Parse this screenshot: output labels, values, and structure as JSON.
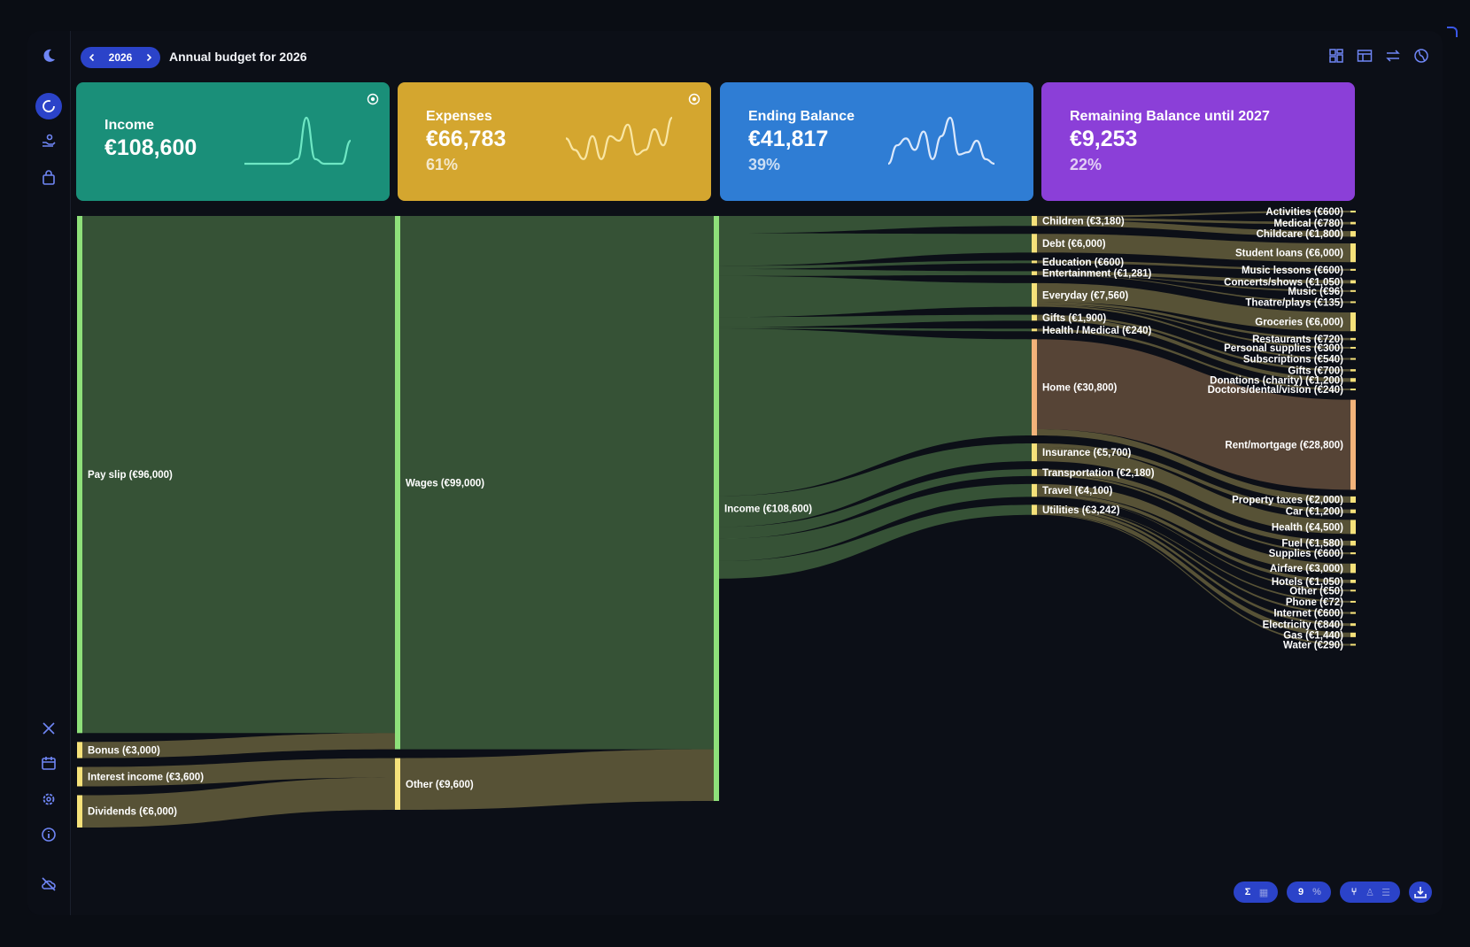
{
  "header": {
    "year": "2026",
    "title": "Annual budget for 2026"
  },
  "sidebar": {
    "top_icons": [
      "moon-icon",
      "dashboard-icon",
      "income-hand-icon",
      "shopping-bag-icon"
    ],
    "bottom_icons": [
      "tools-icon",
      "calendar-icon",
      "settings-icon",
      "info-icon",
      "cloud-off-icon"
    ]
  },
  "top_right_icons": [
    "grid-view-icon",
    "table-view-icon",
    "swap-icon",
    "globe-icon"
  ],
  "cards": [
    {
      "title": "Income",
      "value": "€108,600",
      "pct": "",
      "color": "#1a8f79",
      "spark_color": "#6ee7c4",
      "spark": [
        0,
        0,
        0,
        0,
        0,
        0,
        0.1,
        1,
        0.1,
        0,
        0,
        0,
        0.5
      ],
      "target_icon": true
    },
    {
      "title": "Expenses",
      "value": "€66,783",
      "pct": "61%",
      "color": "#d4a62f",
      "spark_color": "#f9e6a4",
      "spark": [
        0.55,
        0.3,
        0.1,
        0.6,
        0.1,
        0.6,
        0.5,
        0.85,
        0.2,
        0.3,
        0.75,
        0.4,
        1
      ],
      "target_icon": true
    },
    {
      "title": "Ending Balance",
      "value": "€41,817",
      "pct": "39%",
      "color": "#2f7dd4",
      "spark_color": "#dbe8fb",
      "spark": [
        0,
        0.4,
        0.55,
        0.3,
        0.7,
        0.1,
        0.6,
        1,
        0.2,
        0.25,
        0.5,
        0.1,
        0
      ],
      "target_icon": false
    },
    {
      "title": "Remaining Balance until 2027",
      "value": "€9,253",
      "pct": "22%",
      "color": "#8b3fd8",
      "spark_color": "#e5d0fb",
      "spark": [],
      "target_icon": false
    }
  ],
  "chart_data": {
    "type": "sankey",
    "columns": [
      [
        {
          "id": "payslip",
          "label": "Pay slip (€96,000)",
          "value": 96000,
          "color": "#8ee07a"
        },
        {
          "id": "bonus",
          "label": "Bonus (€3,000)",
          "value": 3000,
          "color": "#f5e17a"
        },
        {
          "id": "interest",
          "label": "Interest income (€3,600)",
          "value": 3600,
          "color": "#f5e17a"
        },
        {
          "id": "dividends",
          "label": "Dividends (€6,000)",
          "value": 6000,
          "color": "#f5e17a"
        }
      ],
      [
        {
          "id": "wages",
          "label": "Wages (€99,000)",
          "value": 99000,
          "color": "#8ee07a"
        },
        {
          "id": "other",
          "label": "Other (€9,600)",
          "value": 9600,
          "color": "#f5e17a"
        }
      ],
      [
        {
          "id": "income",
          "label": "Income (€108,600)",
          "value": 108600,
          "color": "#8ee07a"
        }
      ],
      [
        {
          "id": "children",
          "label": "Children (€3,180)",
          "value": 3180,
          "color": "#f5e17a"
        },
        {
          "id": "debt",
          "label": "Debt (€6,000)",
          "value": 6000,
          "color": "#f5e17a"
        },
        {
          "id": "education",
          "label": "Education (€600)",
          "value": 600,
          "color": "#f5e17a"
        },
        {
          "id": "entertainment",
          "label": "Entertainment (€1,281)",
          "value": 1281,
          "color": "#f5e17a"
        },
        {
          "id": "everyday",
          "label": "Everyday (€7,560)",
          "value": 7560,
          "color": "#f5e17a"
        },
        {
          "id": "gifts",
          "label": "Gifts (€1,900)",
          "value": 1900,
          "color": "#f5e17a"
        },
        {
          "id": "health",
          "label": "Health / Medical (€240)",
          "value": 240,
          "color": "#f5e17a"
        },
        {
          "id": "home",
          "label": "Home (€30,800)",
          "value": 30800,
          "color": "#f2b37a"
        },
        {
          "id": "insurance",
          "label": "Insurance (€5,700)",
          "value": 5700,
          "color": "#f5e17a"
        },
        {
          "id": "transportation",
          "label": "Transportation (€2,180)",
          "value": 2180,
          "color": "#f5e17a"
        },
        {
          "id": "travel",
          "label": "Travel (€4,100)",
          "value": 4100,
          "color": "#f5e17a"
        },
        {
          "id": "utilities",
          "label": "Utilities (€3,242)",
          "value": 3242,
          "color": "#f5e17a"
        }
      ],
      [
        {
          "id": "activities",
          "label": "Activities (€600)",
          "value": 600,
          "parent": "children",
          "color": "#f5e17a"
        },
        {
          "id": "medical",
          "label": "Medical (€780)",
          "value": 780,
          "parent": "children",
          "color": "#f5e17a"
        },
        {
          "id": "childcare",
          "label": "Childcare (€1,800)",
          "value": 1800,
          "parent": "children",
          "color": "#f5e17a"
        },
        {
          "id": "studentloans",
          "label": "Student loans (€6,000)",
          "value": 6000,
          "parent": "debt",
          "color": "#f5e17a"
        },
        {
          "id": "music_lessons",
          "label": "Music lessons (€600)",
          "value": 600,
          "parent": "education",
          "color": "#f5e17a"
        },
        {
          "id": "concerts",
          "label": "Concerts/shows (€1,050)",
          "value": 1050,
          "parent": "entertainment",
          "color": "#f5e17a"
        },
        {
          "id": "music",
          "label": "Music (€96)",
          "value": 96,
          "parent": "entertainment",
          "color": "#f5e17a"
        },
        {
          "id": "theatre",
          "label": "Theatre/plays (€135)",
          "value": 135,
          "parent": "entertainment",
          "color": "#f5e17a"
        },
        {
          "id": "groceries",
          "label": "Groceries (€6,000)",
          "value": 6000,
          "parent": "everyday",
          "color": "#f5e17a"
        },
        {
          "id": "restaurants",
          "label": "Restaurants (€720)",
          "value": 720,
          "parent": "everyday",
          "color": "#f5e17a"
        },
        {
          "id": "personal",
          "label": "Personal supplies (€300)",
          "value": 300,
          "parent": "everyday",
          "color": "#f5e17a"
        },
        {
          "id": "subscriptions",
          "label": "Subscriptions (€540)",
          "value": 540,
          "parent": "everyday",
          "color": "#f5e17a"
        },
        {
          "id": "gifts2",
          "label": "Gifts (€700)",
          "value": 700,
          "parent": "gifts",
          "color": "#f5e17a"
        },
        {
          "id": "donations",
          "label": "Donations (charity) (€1,200)",
          "value": 1200,
          "parent": "gifts",
          "color": "#f5e17a"
        },
        {
          "id": "doctors",
          "label": "Doctors/dental/vision (€240)",
          "value": 240,
          "parent": "health",
          "color": "#f5e17a"
        },
        {
          "id": "rent",
          "label": "Rent/mortgage (€28,800)",
          "value": 28800,
          "parent": "home",
          "color": "#f2b37a"
        },
        {
          "id": "proptax",
          "label": "Property taxes (€2,000)",
          "value": 2000,
          "parent": "home",
          "color": "#f5e17a"
        },
        {
          "id": "car",
          "label": "Car (€1,200)",
          "value": 1200,
          "parent": "insurance",
          "color": "#f5e17a"
        },
        {
          "id": "health_ins",
          "label": "Health (€4,500)",
          "value": 4500,
          "parent": "insurance",
          "color": "#f5e17a"
        },
        {
          "id": "fuel",
          "label": "Fuel (€1,580)",
          "value": 1580,
          "parent": "transportation",
          "color": "#f5e17a"
        },
        {
          "id": "supplies",
          "label": "Supplies (€600)",
          "value": 600,
          "parent": "transportation",
          "color": "#f5e17a"
        },
        {
          "id": "airfare",
          "label": "Airfare (€3,000)",
          "value": 3000,
          "parent": "travel",
          "color": "#f5e17a"
        },
        {
          "id": "hotels",
          "label": "Hotels (€1,050)",
          "value": 1050,
          "parent": "travel",
          "color": "#f5e17a"
        },
        {
          "id": "other_travel",
          "label": "Other (€50)",
          "value": 50,
          "parent": "travel",
          "color": "#f5e17a"
        },
        {
          "id": "phone",
          "label": "Phone (€72)",
          "value": 72,
          "parent": "utilities",
          "color": "#f5e17a"
        },
        {
          "id": "internet",
          "label": "Internet (€600)",
          "value": 600,
          "parent": "utilities",
          "color": "#f5e17a"
        },
        {
          "id": "electricity",
          "label": "Electricity (€840)",
          "value": 840,
          "parent": "utilities",
          "color": "#f5e17a"
        },
        {
          "id": "gas",
          "label": "Gas (€1,440)",
          "value": 1440,
          "parent": "utilities",
          "color": "#f5e17a"
        },
        {
          "id": "water",
          "label": "Water (€290)",
          "value": 290,
          "parent": "utilities",
          "color": "#f5e17a"
        }
      ]
    ],
    "links": [
      {
        "source": "payslip",
        "target": "wages",
        "value": 96000
      },
      {
        "source": "bonus",
        "target": "wages",
        "value": 3000
      },
      {
        "source": "interest",
        "target": "other",
        "value": 3600
      },
      {
        "source": "dividends",
        "target": "other",
        "value": 6000
      },
      {
        "source": "wages",
        "target": "income",
        "value": 99000
      },
      {
        "source": "other",
        "target": "income",
        "value": 9600
      }
    ]
  },
  "bottom_tools": [
    {
      "name": "sum-toggle",
      "icons": [
        "Σ",
        "▦"
      ]
    },
    {
      "name": "number-format-toggle",
      "icons": [
        "9",
        "%"
      ]
    },
    {
      "name": "layout-toggle",
      "icons": [
        "⑂",
        "♙",
        "☰"
      ]
    }
  ],
  "download_icon": "download-icon"
}
